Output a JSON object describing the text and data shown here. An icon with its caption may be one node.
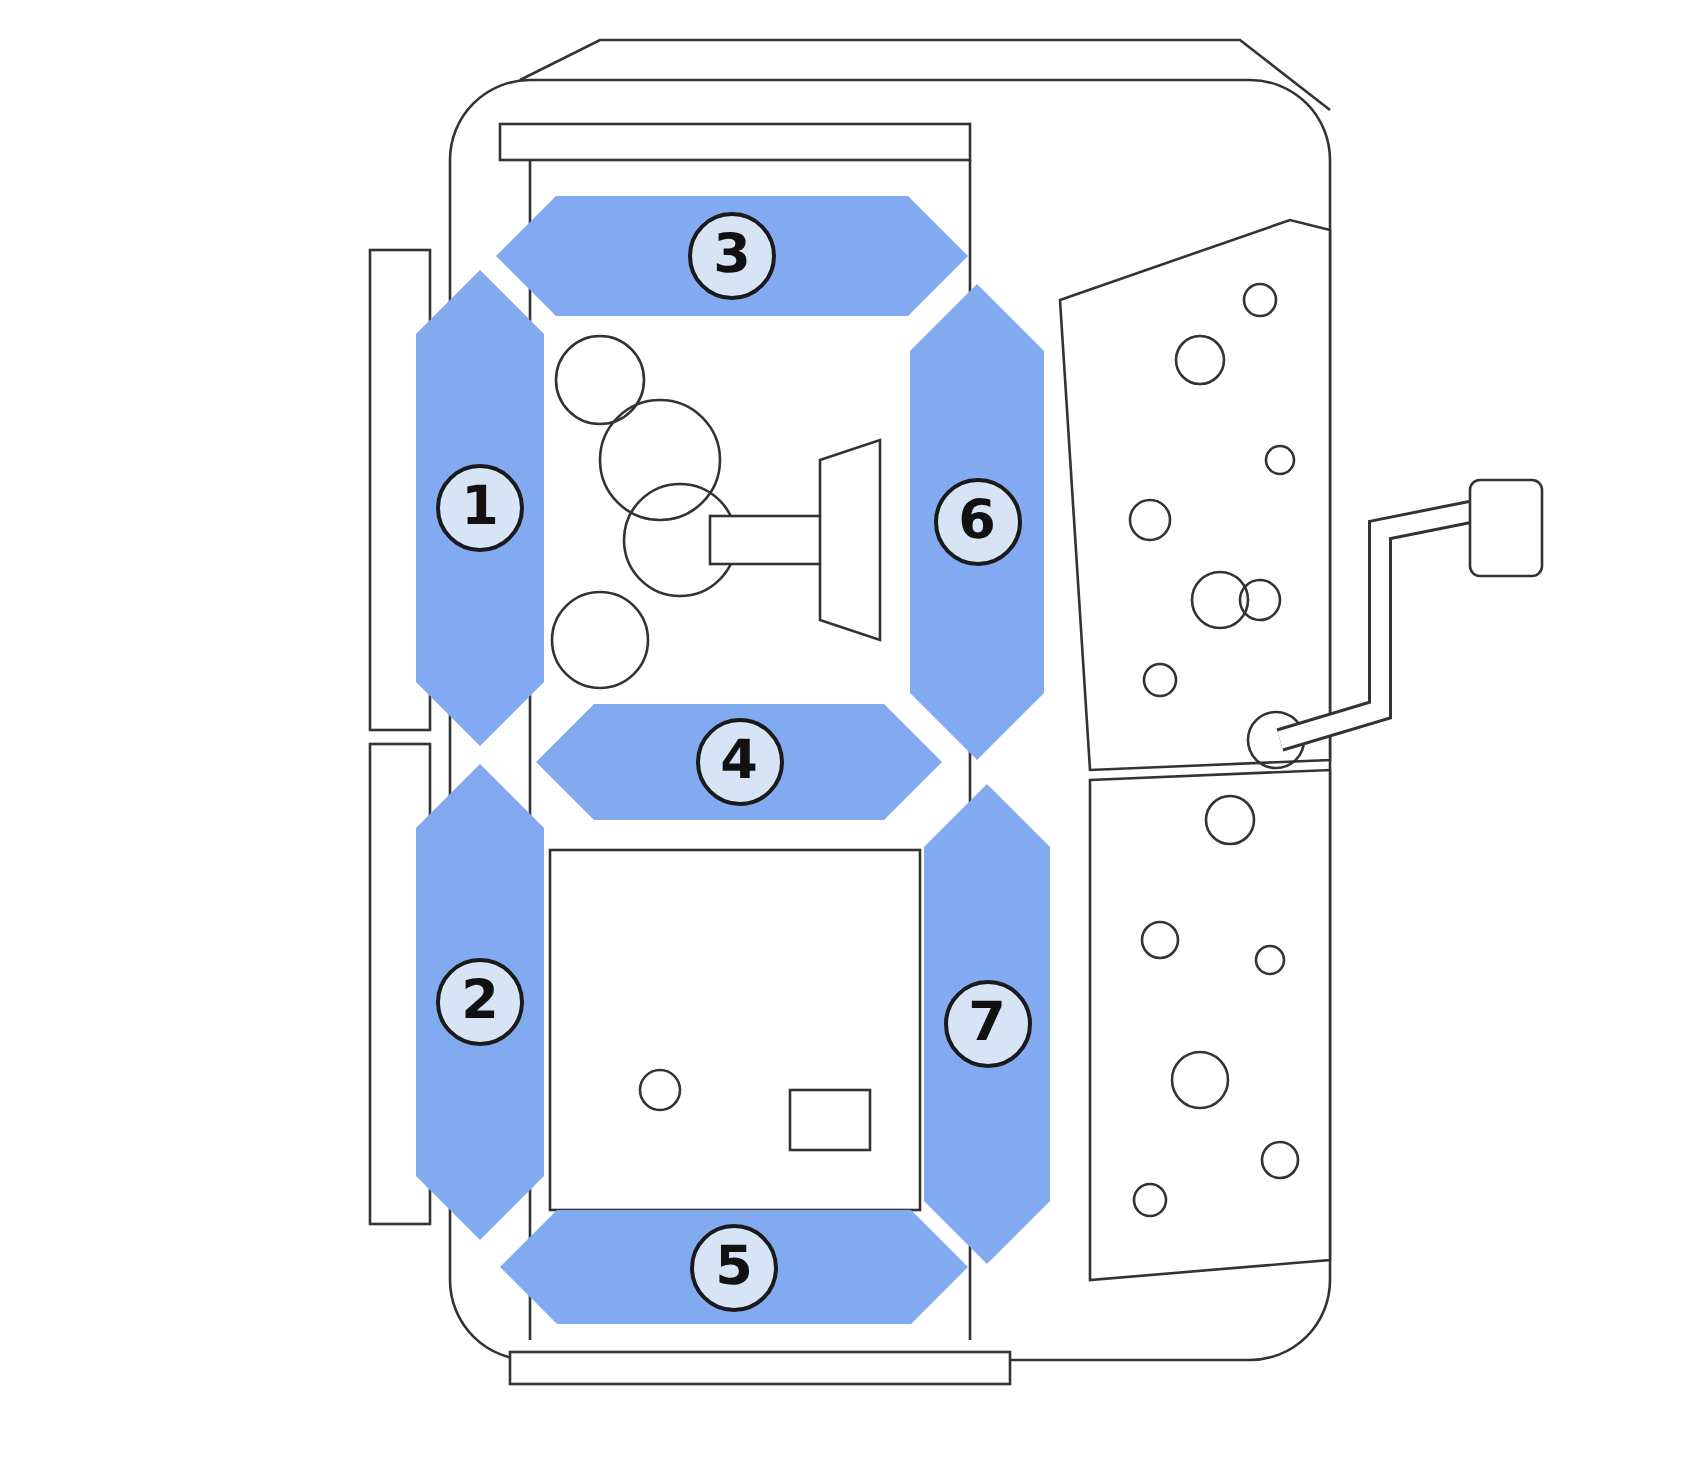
{
  "diagram": {
    "nodes": [
      {
        "text": [
          "3"
        ]
      },
      {
        "text": [
          "1"
        ]
      },
      {
        "text": [
          "6"
        ]
      },
      {
        "text": [
          "4"
        ]
      },
      {
        "text": [
          "2"
        ]
      },
      {
        "text": [
          "7"
        ]
      },
      {
        "text": [
          "5"
        ]
      }
    ]
  }
}
